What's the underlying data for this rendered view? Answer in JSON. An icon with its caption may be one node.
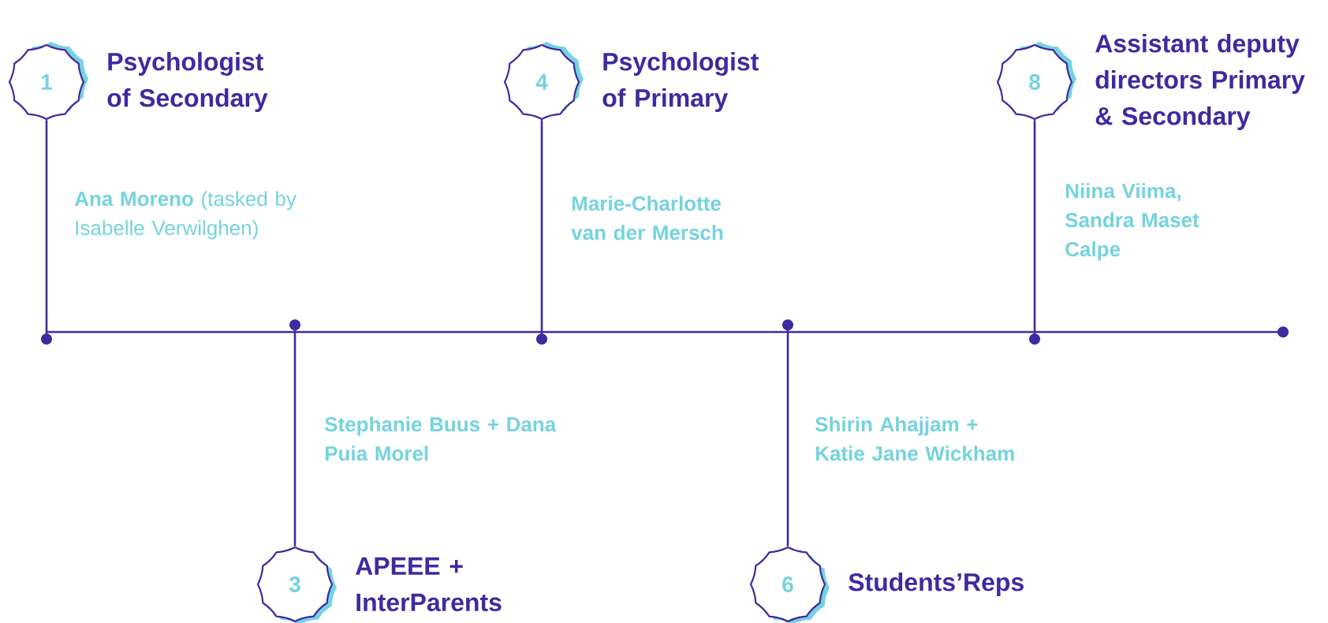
{
  "diagram": {
    "nodes": [
      {
        "text": [
          "1",
          "Psychologist of Secondary"
        ],
        "beside": [
          "**Ana Moreno** (tasked by Isabelle Verwilghen)"
        ]
      },
      {
        "text": [
          "4",
          "Psychologist of Primary"
        ],
        "beside": [
          "Marie-Charlotte van der Mersch"
        ]
      },
      {
        "text": [
          "8",
          "Assistant deputy directors Primary & Secondary"
        ],
        "beside": [
          "Niina Viima, Sandra Maset Calpe"
        ]
      },
      {
        "text": [
          "3",
          "APEEE + InterParents"
        ]
      },
      {
        "text": [
          "6",
          "Students’Reps"
        ]
      },
      {
        "text": [],
        "shape": "circle"
      },
      {
        "text": [],
        "shape": "circle"
      },
      {
        "text": [],
        "shape": "circle"
      },
      {
        "text": [],
        "shape": "circle"
      },
      {
        "text": [],
        "shape": "circle"
      },
      {
        "text": [],
        "shape": "circle"
      }
    ],
    "edges": [
      {
        "from": 0,
        "to": 5,
        "arrow": "none"
      },
      {
        "from": 3,
        "to": 6,
        "arrow": "none"
      },
      {
        "from": 1,
        "to": 7,
        "arrow": "none"
      },
      {
        "from": 4,
        "to": 8,
        "arrow": "none"
      },
      {
        "from": 2,
        "to": 9,
        "arrow": "none"
      },
      {
        "from": 5,
        "to": 6,
        "arrow": "none"
      },
      {
        "from": 6,
        "to": 7,
        "arrow": "none"
      },
      {
        "from": 7,
        "to": 8,
        "arrow": "none"
      },
      {
        "from": 8,
        "to": 9,
        "arrow": "none"
      },
      {
        "from": 9,
        "to": 10,
        "arrow": "none"
      }
    ],
    "labels": [
      "Stephanie Buus + Dana Puia Morel",
      "Shirin Ahajjam + Katie Jane Wickham"
    ]
  }
}
